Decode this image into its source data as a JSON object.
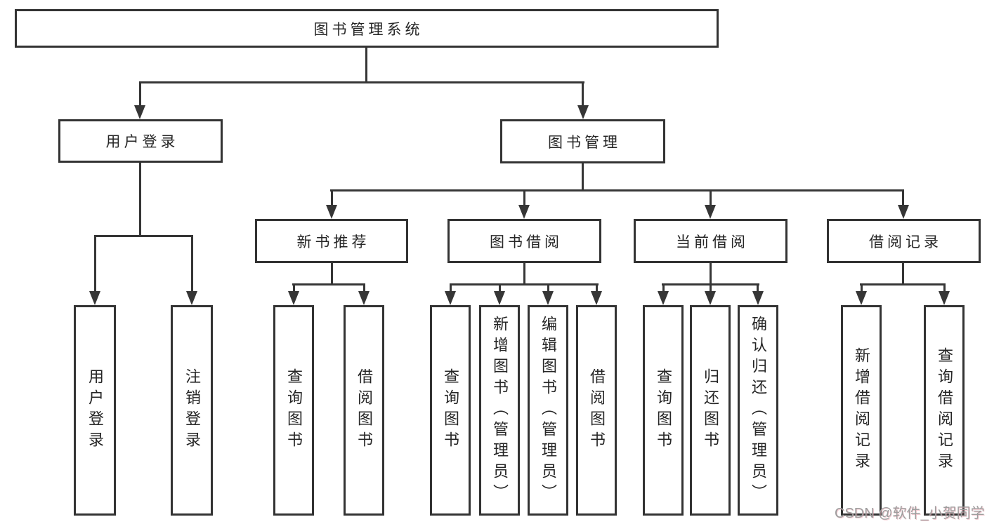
{
  "diagram": {
    "root": {
      "label": "图书管理系统",
      "children": [
        {
          "label": "用户登录",
          "children": [
            {
              "label": "用户登录"
            },
            {
              "label": "注销登录"
            }
          ]
        },
        {
          "label": "图书管理",
          "children": [
            {
              "label": "新书推荐",
              "children": [
                {
                  "label": "查询图书"
                },
                {
                  "label": "借阅图书"
                }
              ]
            },
            {
              "label": "图书借阅",
              "children": [
                {
                  "label": "查询图书"
                },
                {
                  "label": "新增图书（管理员）"
                },
                {
                  "label": "编辑图书（管理员）"
                },
                {
                  "label": "借阅图书"
                }
              ]
            },
            {
              "label": "当前借阅",
              "children": [
                {
                  "label": "查询图书"
                },
                {
                  "label": "归还图书"
                },
                {
                  "label": "确认归还（管理员）"
                }
              ]
            },
            {
              "label": "借阅记录",
              "children": [
                {
                  "label": "新增借阅记录"
                },
                {
                  "label": "查询借阅记录"
                }
              ]
            }
          ]
        }
      ]
    }
  },
  "watermark": {
    "text": "CSDN @软件_小贺同学",
    "color": "#9e9e9e",
    "accent_color": "#e58e9d"
  },
  "colors": {
    "background": "#ffffff",
    "box_border": "#333333",
    "connector": "#363636",
    "text": "#262626"
  }
}
